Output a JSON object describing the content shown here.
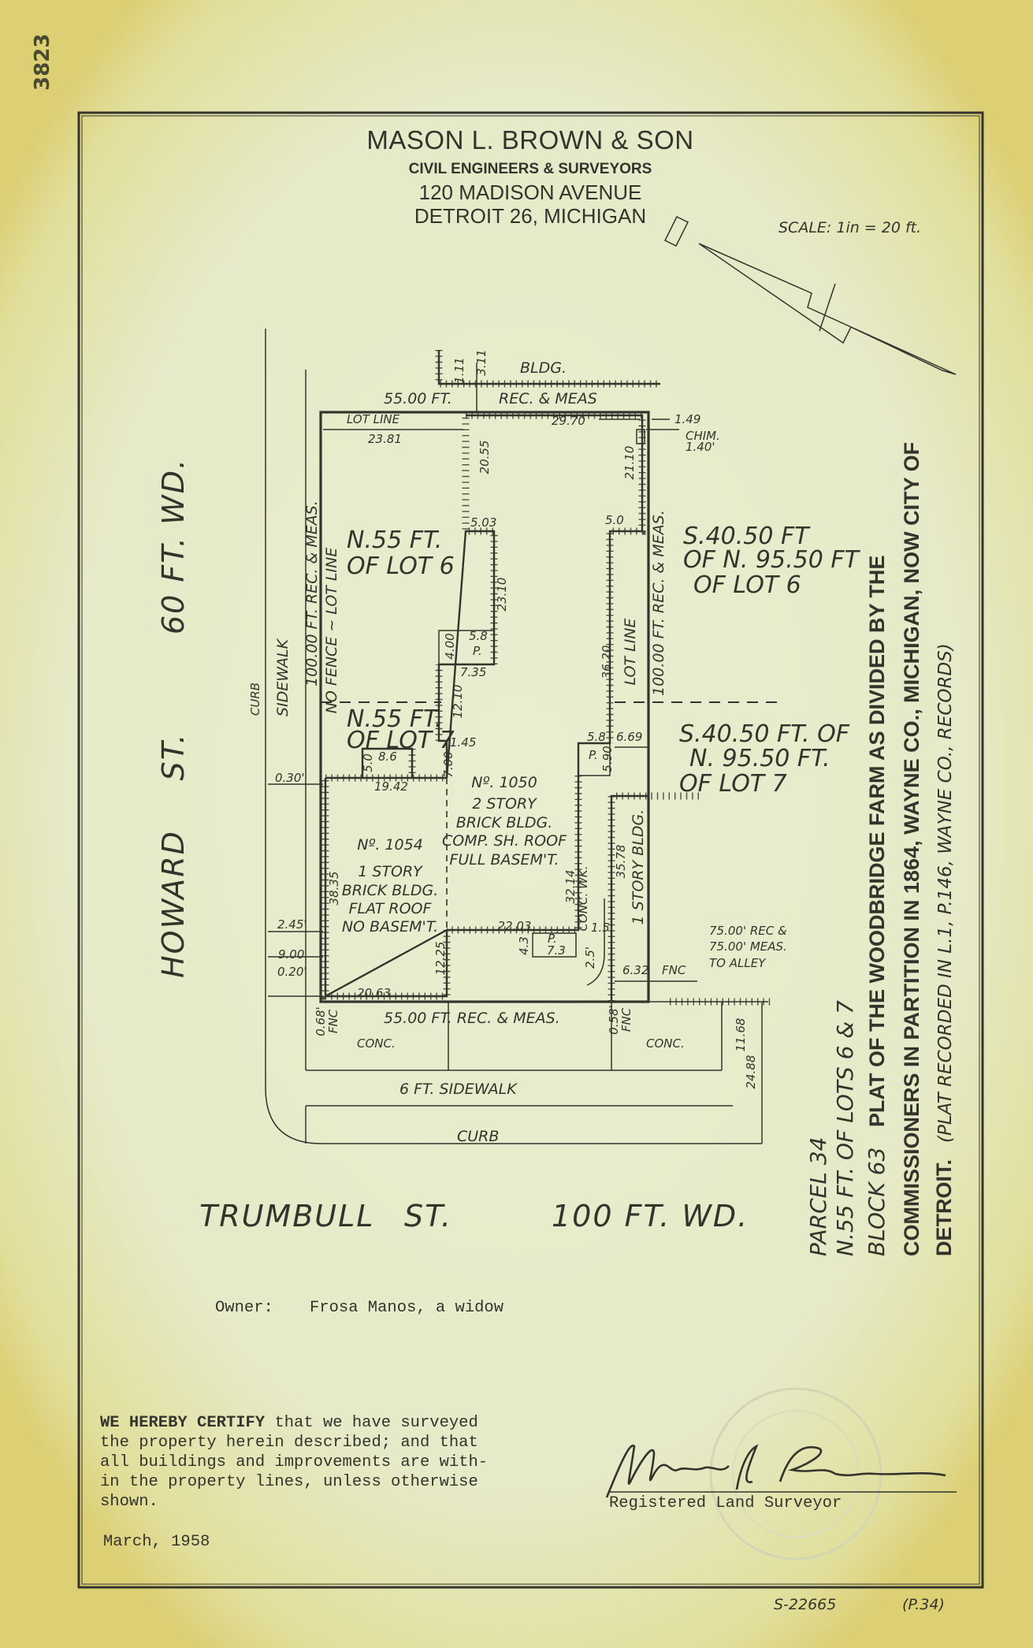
{
  "sheet_number": "3823",
  "header": {
    "firm": "MASON L. BROWN & SON",
    "subtitle": "CIVIL ENGINEERS & SURVEYORS",
    "address": "120 MADISON AVENUE",
    "city": "DETROIT 26, MICHIGAN"
  },
  "scale": "SCALE: 1in = 20 ft.",
  "streets": {
    "howard": {
      "name": "HOWARD",
      "st": "ST.",
      "width": "60 FT. WD."
    },
    "trumbull": {
      "name": "TRUMBULL",
      "st": "ST.",
      "width": "100 FT. WD."
    },
    "curb": "CURB",
    "sidewalk": "SIDEWALK",
    "sidewalk_6ft": "6 FT. SIDEWALK"
  },
  "lots": {
    "n55_lot6": [
      "N.55 FT.",
      "OF LOT 6"
    ],
    "n55_lot7": [
      "N.55 FT.",
      "OF LOT 7"
    ],
    "s4050_lot6": [
      "S.40.50 FT",
      "OF N. 95.50 FT",
      "OF LOT 6"
    ],
    "s4050_lot7": [
      "S.40.50 FT. OF",
      "N. 95.50 FT.",
      "OF LOT 7"
    ]
  },
  "buildings": {
    "neighbor": "BLDG.",
    "b1050": [
      "Nº. 1050",
      "2 STORY",
      "BRICK BLDG.",
      "COMP. SH. ROOF",
      "FULL BASEM'T."
    ],
    "b1054": [
      "Nº. 1054",
      "1 STORY",
      "BRICK BLDG.",
      "FLAT ROOF",
      "NO BASEM'T."
    ],
    "one_story": "1 STORY BLDG.",
    "porch": "P.",
    "conc_walk": "CONC. WK.",
    "conc": "CONC.",
    "chimney": "CHIM.",
    "fence": "FNC"
  },
  "dims": {
    "top_lot": "55.00 FT.",
    "top_rec": "REC. & MEAS",
    "lot_line": "LOT LINE",
    "d2381": "23.81",
    "d2970": "29.70",
    "d149": "1.49",
    "chim140": "1.40'",
    "d111": "1.11",
    "d311": "3.11",
    "d2055": "20.55",
    "d2110": "21.10",
    "d503": "5.03",
    "d50a": "5.0",
    "d2310": "23.10",
    "d58a": "5.8",
    "d400": "4.00",
    "d735": "7.35",
    "d3620": "36.20",
    "lot_line_v": "LOT LINE",
    "right_100": "100.00 FT. REC. & MEAS.",
    "left_100": "100.00 FT. REC. & MEAS.",
    "no_fence": "NO FENCE ~ LOT LINE",
    "d1210": "12.10",
    "d145": "1.45",
    "d700": "7.00",
    "d86": "8.6",
    "d50b": "5.0",
    "d030": "0.30'",
    "d1942": "19.42",
    "d3214": "32.14",
    "d58b": "5.8",
    "d669": "6.69",
    "d590": "5.90",
    "d3835": "38.35",
    "d245": "2.45'",
    "d900": "9.00",
    "d020": "0.20'",
    "d2203": "22.03",
    "d1225": "12.25",
    "d73": "7.3",
    "d43": "4.3",
    "d15": "1.5'",
    "d25": "2.5'",
    "d3578": "35.78",
    "d632": "6.32",
    "alley": [
      "75.00' REC &",
      "75.00' MEAS.",
      "TO ALLEY"
    ],
    "d2063": "20.63",
    "bottom_lot": "55.00 FT. REC. & MEAS.",
    "d068": "0.68'",
    "d058": "0.58'",
    "d1168": "11.68",
    "d2488": "24.88"
  },
  "legal": {
    "parcel": "PARCEL 34",
    "lots": "N.55 FT. OF LOTS 6 & 7",
    "block": "BLOCK 63",
    "plat1": "PLAT OF THE WOODBRIDGE FARM AS DIVIDED BY THE",
    "plat2": "COMMISSIONERS IN PARTITION IN 1864, WAYNE CO., MICHIGAN, NOW CITY OF",
    "plat3": "DETROIT.",
    "plat3_note": "(PLAT RECORDED IN L.1, P.146, WAYNE CO., RECORDS)"
  },
  "owner": {
    "label": "Owner:",
    "name": "Frosa Manos, a widow"
  },
  "certificate": {
    "bold": "WE HEREBY CERTIFY",
    "line1_rest": " that we have surveyed",
    "lines": [
      "the property herein described; and that",
      "all buildings and improvements are with-",
      "in the property lines, unless otherwise",
      "shown."
    ]
  },
  "date": "March, 1958",
  "signature": {
    "name": "Mason L. Brown",
    "title": "Registered Land Surveyor"
  },
  "file_ref": "S-22665",
  "page_ref": "(P.34)",
  "colors": {
    "ink": "#34342c",
    "paper": "#e6eac8",
    "edge": "#dccf74"
  }
}
